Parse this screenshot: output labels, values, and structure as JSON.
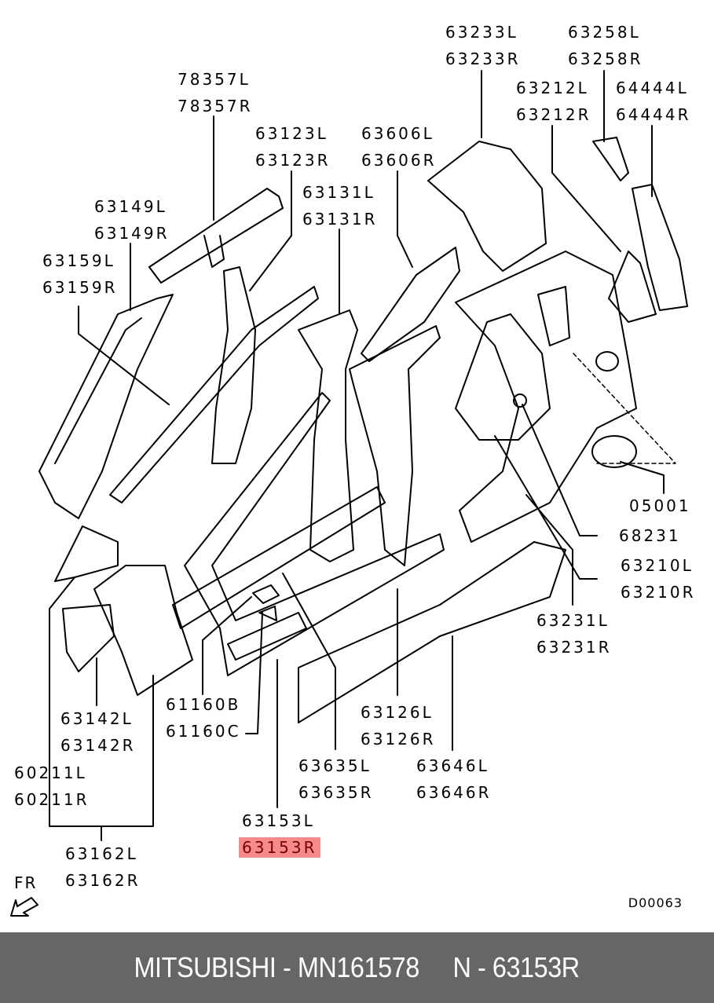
{
  "diagram": {
    "title": "Side body panel parts diagram",
    "highlight_color": "#f58a8a",
    "direction_indicator": "FR",
    "diagram_code": "D00063",
    "callouts": [
      {
        "id": "c-63233",
        "lines": [
          "63233L",
          "63233R"
        ]
      },
      {
        "id": "c-63258",
        "lines": [
          "63258L",
          "63258R"
        ]
      },
      {
        "id": "c-63212",
        "lines": [
          "63212L",
          "63212R"
        ]
      },
      {
        "id": "c-64444",
        "lines": [
          "64444L",
          "64444R"
        ]
      },
      {
        "id": "c-78357",
        "lines": [
          "78357L",
          "78357R"
        ]
      },
      {
        "id": "c-63123",
        "lines": [
          "63123L",
          "63123R"
        ]
      },
      {
        "id": "c-63606",
        "lines": [
          "63606L",
          "63606R"
        ]
      },
      {
        "id": "c-63131",
        "lines": [
          "63131L",
          "63131R"
        ]
      },
      {
        "id": "c-63149",
        "lines": [
          "63149L",
          "63149R"
        ]
      },
      {
        "id": "c-63159",
        "lines": [
          "63159L",
          "63159R"
        ]
      },
      {
        "id": "c-05001",
        "lines": [
          "05001"
        ]
      },
      {
        "id": "c-68231",
        "lines": [
          "68231"
        ]
      },
      {
        "id": "c-63210",
        "lines": [
          "63210L",
          "63210R"
        ]
      },
      {
        "id": "c-63231",
        "lines": [
          "63231L",
          "63231R"
        ]
      },
      {
        "id": "c-63142",
        "lines": [
          "63142L",
          "63142R"
        ]
      },
      {
        "id": "c-61160",
        "lines": [
          "61160B",
          "61160C"
        ]
      },
      {
        "id": "c-63126",
        "lines": [
          "63126L",
          "63126R"
        ]
      },
      {
        "id": "c-60211",
        "lines": [
          "60211L",
          "60211R"
        ]
      },
      {
        "id": "c-63635",
        "lines": [
          "63635L",
          "63635R"
        ]
      },
      {
        "id": "c-63646",
        "lines": [
          "63646L",
          "63646R"
        ]
      },
      {
        "id": "c-63153",
        "lines": [
          "63153L",
          "63153R"
        ],
        "highlighted_line": 1
      },
      {
        "id": "c-63162",
        "lines": [
          "63162L",
          "63162R"
        ]
      }
    ]
  },
  "footer": {
    "text": "MITSUBISHI - MN161578     N - 63153R",
    "brand": "MITSUBISHI",
    "part_number": "MN161578",
    "reference": "N - 63153R"
  }
}
